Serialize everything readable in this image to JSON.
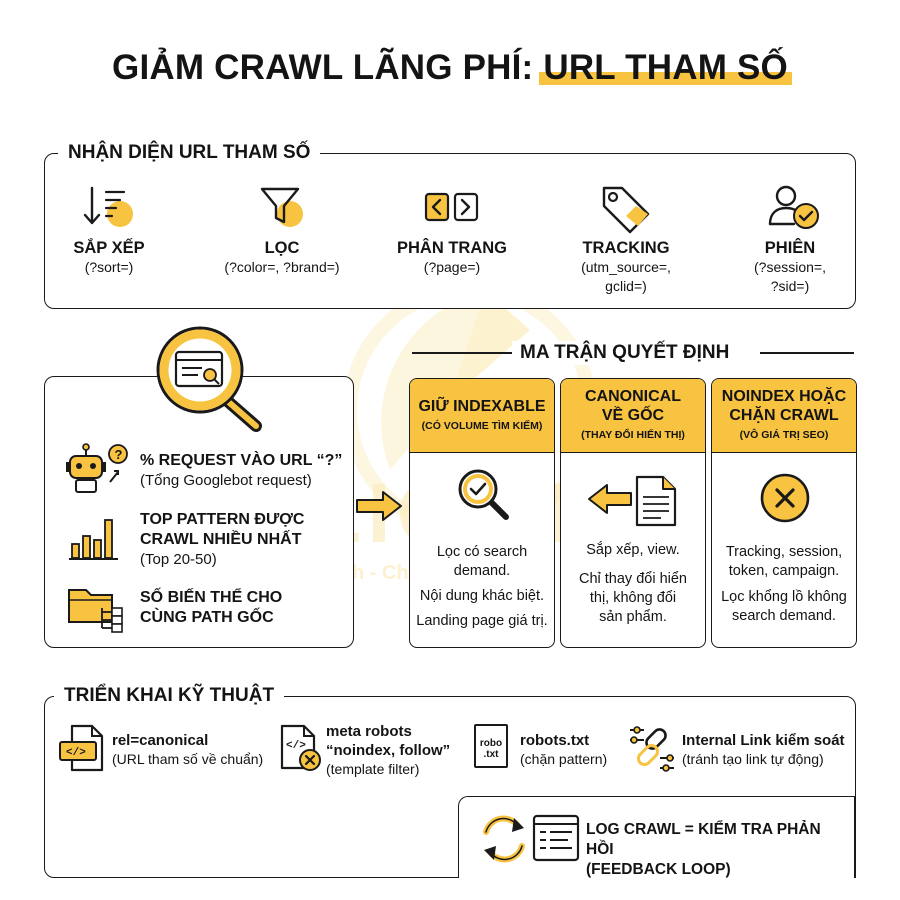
{
  "colors": {
    "accent": "#f8c341",
    "line": "#1a1a1a",
    "text": "#141414"
  },
  "title": {
    "main": "GIẢM CRAWL LÃNG PHÍ: ",
    "highlight": "URL THAM SỐ"
  },
  "identify": {
    "heading": "NHẬN DIỆN URL THAM SỐ",
    "items": [
      {
        "icon": "sort-icon",
        "title": "SẮP XẾP",
        "sub1": "(?sort=)",
        "sub2": ""
      },
      {
        "icon": "filter-funnel-icon",
        "title": "LỌC",
        "sub1": "(?color=, ?brand=)",
        "sub2": ""
      },
      {
        "icon": "pagination-icon",
        "title": "PHÂN TRANG",
        "sub1": "(?page=)",
        "sub2": ""
      },
      {
        "icon": "tag-icon",
        "title": "TRACKING",
        "sub1": "(utm_source=,",
        "sub2": "gclid=)"
      },
      {
        "icon": "user-check-icon",
        "title": "PHIÊN",
        "sub1": "(?session=,",
        "sub2": "?sid=)"
      }
    ]
  },
  "metrics": [
    {
      "icon": "robot-icon",
      "title": "% REQUEST VÀO URL “?”",
      "title2": "",
      "sub": "(Tổng Googlebot request)"
    },
    {
      "icon": "bar-chart-icon",
      "title": "TOP PATTERN ĐƯỢC",
      "title2": "CRAWL NHIỀU NHẤT",
      "sub": "(Top 20-50)"
    },
    {
      "icon": "folder-tree-icon",
      "title": "SỐ BIẾN THỂ CHO",
      "title2": "CÙNG PATH GỐC",
      "sub": ""
    }
  ],
  "matrix": {
    "heading": "MA TRẬN QUYẾT ĐỊNH",
    "columns": [
      {
        "h1": "GIỮ INDEXABLE",
        "h1b": "",
        "h2": "(CÓ VOLUME TÌM KIẾM)",
        "icon": "magnifier-check-icon",
        "lines": [
          "Lọc có search",
          "demand.",
          "Nội dung khác biệt.",
          "Landing page giá trị."
        ]
      },
      {
        "h1": "CANONICAL",
        "h1b": "VỀ GỐC",
        "h2": "(THAY ĐỔI HIỂN THỊ)",
        "icon": "arrow-document-icon",
        "lines": [
          "Sắp xếp, view.",
          "Chỉ thay đổi hiển",
          "thị, không đổi",
          "sản phẩm."
        ]
      },
      {
        "h1": "NOINDEX HOẶC",
        "h1b": "CHẶN CRAWL",
        "h2": "(VÔ GIÁ TRỊ SEO)",
        "icon": "block-x-icon",
        "lines": [
          "Tracking, session,",
          "token, campaign.",
          "Lọc khổng lồ không",
          "search demand."
        ]
      }
    ]
  },
  "implement": {
    "heading": "TRIỂN KHAI KỸ THUẬT",
    "items": [
      {
        "icon": "code-file-icon",
        "title": "rel=canonical",
        "title2": "",
        "sub": "(URL tham số về chuẩn)"
      },
      {
        "icon": "code-file-x-icon",
        "title": "meta robots",
        "title2": "“noindex, follow”",
        "sub": "(template filter)"
      },
      {
        "icon": "robots-txt-icon",
        "title": "robots.txt",
        "title2": "",
        "sub": "(chặn pattern)"
      },
      {
        "icon": "chain-link-icon",
        "title": "Internal Link kiểm soát",
        "title2": "",
        "sub": "(tránh tạo link tự động)"
      }
    ],
    "robots_label_1": "robo",
    "robots_label_2": ".txt"
  },
  "feedback": {
    "icon": "log-refresh-icon",
    "line1": "LOG CRAWL = KIỂM TRA PHẢN HỒI",
    "line2": "(FEEDBACK LOOP)"
  },
  "watermark": {
    "brand": "LIGHT",
    "tagline": "Nhanh - Chuẩn - Đẹp"
  }
}
